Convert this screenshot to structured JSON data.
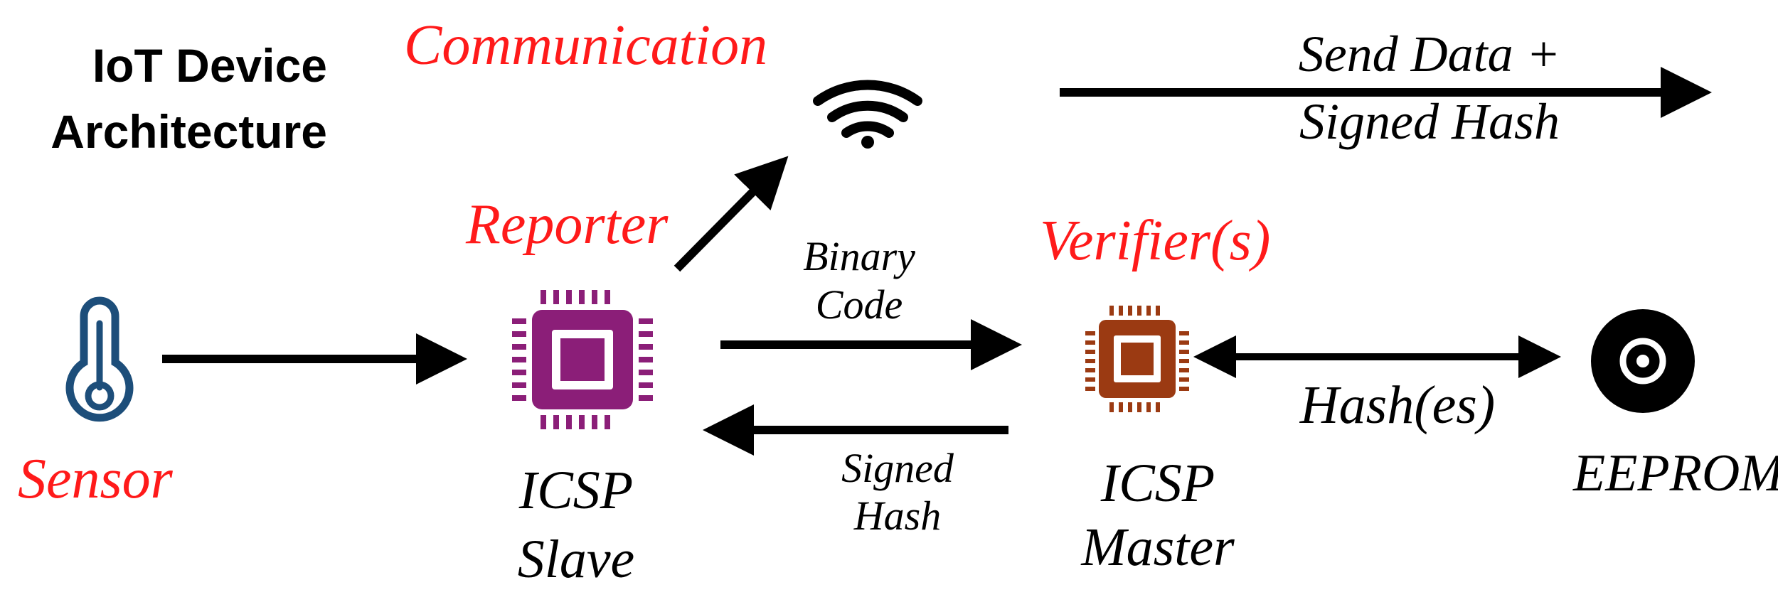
{
  "title": {
    "line1": "IoT Device",
    "line2": "Architecture"
  },
  "roles": {
    "communication": "Communication",
    "reporter": "Reporter",
    "verifier": "Verifier(s)",
    "sensor": "Sensor"
  },
  "edges": {
    "send_line1": "Send Data +",
    "send_line2": "Signed Hash",
    "binary_line1": "Binary",
    "binary_line2": "Code",
    "signed_line1": "Signed",
    "signed_line2": "Hash",
    "hashes": "Hash(es)"
  },
  "nodes": {
    "slave_line1": "ICSP",
    "slave_line2": "Slave",
    "master_line1": "ICSP",
    "master_line2": "Master",
    "eeprom": "EEPROM"
  },
  "colors": {
    "accent_red": "#ff1a1a",
    "slave_chip": "#8b1e78",
    "master_chip": "#9b3a12",
    "sensor_icon": "#1d4e7a",
    "ink": "#000000"
  },
  "icons": [
    "thermometer-icon",
    "wifi-icon",
    "chip-icon",
    "chip-icon",
    "disc-icon"
  ]
}
